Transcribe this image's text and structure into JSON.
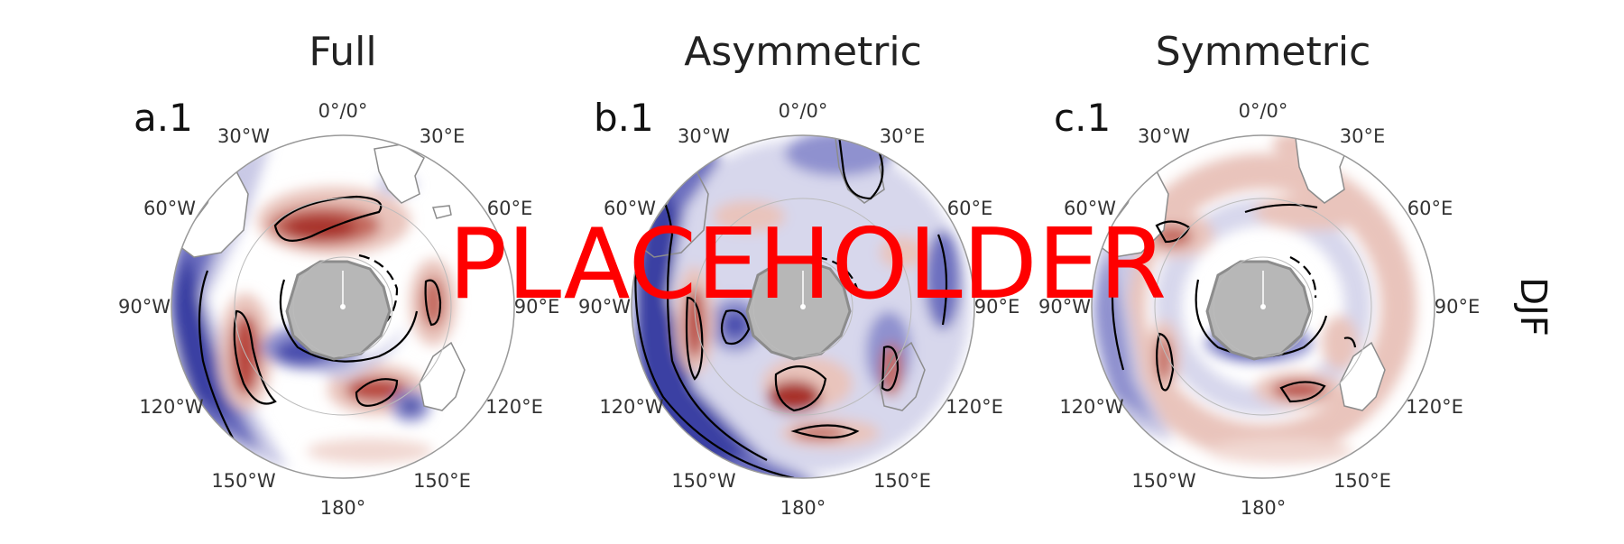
{
  "figure": {
    "season_label": "DJF",
    "watermark": "PLACEHOLDER",
    "panels": [
      {
        "id": "a",
        "title": "Full",
        "label": "a.1"
      },
      {
        "id": "b",
        "title": "Asymmetric",
        "label": "b.1"
      },
      {
        "id": "c",
        "title": "Symmetric",
        "label": "c.1"
      }
    ],
    "longitude_labels": [
      "0°/0°",
      "30°E",
      "60°E",
      "90°E",
      "120°E",
      "150°E",
      "180°",
      "150°W",
      "120°W",
      "90°W",
      "60°W",
      "30°W"
    ],
    "colors": {
      "negative_dark": "#3b3fa3",
      "negative_light": "#c9c9e6",
      "positive_dark": "#a8322b",
      "positive_light": "#e9c4bc",
      "antarctica": "#b7b7b7",
      "coast": "#8c8c8c",
      "contour": "#000000"
    }
  }
}
